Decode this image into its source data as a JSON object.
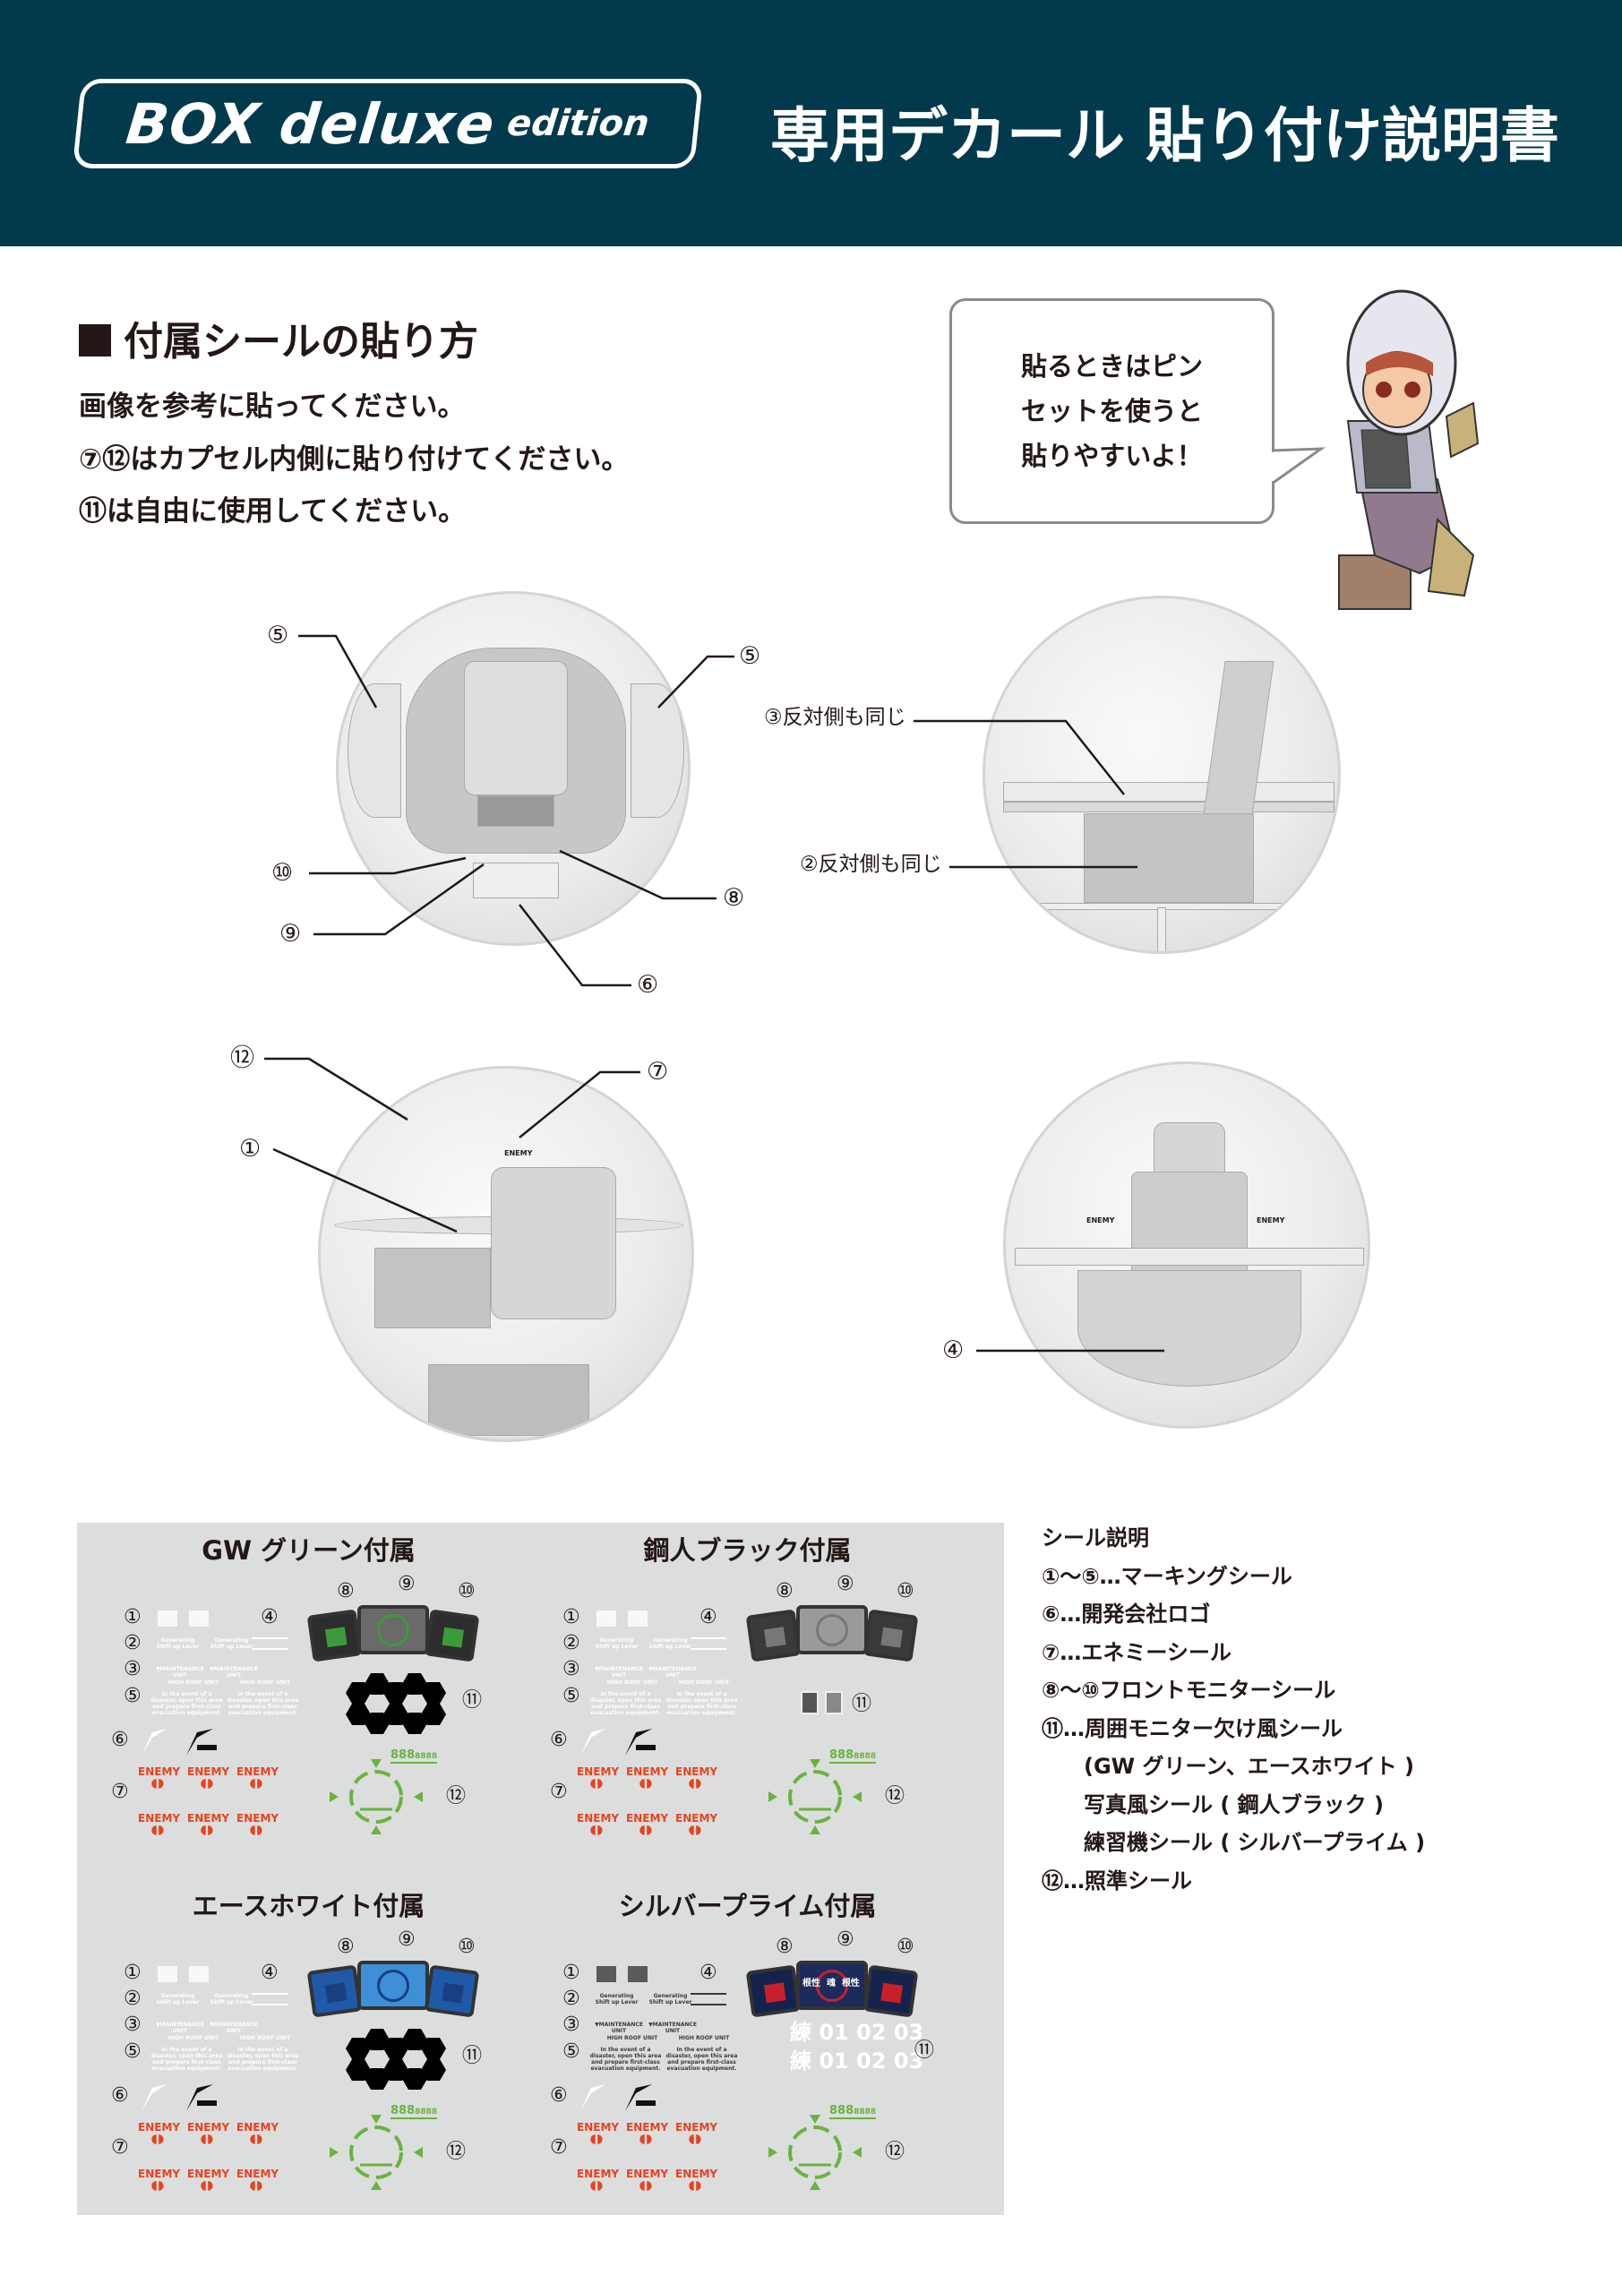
{
  "header": {
    "logo_main": "BOX deluxe",
    "logo_sub": "edition",
    "title": "専用デカール 貼り付け説明書"
  },
  "section": {
    "heading": "付属シールの貼り方",
    "lines": [
      "画像を参考に貼ってください。",
      "⑦⑫はカプセル内側に貼り付けてください。",
      "⑪は自由に使用してください。"
    ]
  },
  "bubble": {
    "lines": [
      "貼るときはピン",
      "セットを使うと",
      "貼りやすいよ！"
    ]
  },
  "callouts": {
    "s1": [
      "⑤",
      "⑤",
      "⑩",
      "⑨",
      "⑧",
      "⑥"
    ],
    "s2": [
      "③反対側も同じ",
      "②反対側も同じ"
    ],
    "s3": [
      "⑫",
      "⑦",
      "①"
    ],
    "s4": [
      "④"
    ]
  },
  "model_text": {
    "enemy": "ENEMY"
  },
  "sheets": [
    {
      "title": "GW グリーン付属",
      "text_color": "#ffffff",
      "monitor": "green",
      "extra": "hex"
    },
    {
      "title": "鋼人ブラック付属",
      "text_color": "#ffffff",
      "monitor": "black",
      "extra": "photo"
    },
    {
      "title": "エースホワイト付属",
      "text_color": "#ffffff",
      "monitor": "blue",
      "extra": "hex"
    },
    {
      "title": "シルバープライム付属",
      "text_color": "#3a3a3a",
      "monitor": "navy",
      "extra": "ren"
    }
  ],
  "sheet_common": {
    "nums": [
      "①",
      "②",
      "③",
      "④",
      "⑤",
      "⑥",
      "⑦",
      "⑧",
      "⑨",
      "⑩",
      "⑪",
      "⑫"
    ],
    "generating": "Generating Shift up Lever",
    "maintenance": "▼MAINTENANCE UNIT",
    "high_roof": "HIGH ROOF UNIT",
    "disaster": "In the event of a disaster, open this area and prepare first-class evacuation equipment.",
    "enemy": "ENEMY",
    "enemy_mark": "◖◗",
    "digits": "888",
    "digits_small": "8888",
    "ren_rows": [
      "練 01 02 03",
      "練 01 02 03"
    ],
    "silver_monitor_chars": [
      "根性",
      "魂",
      "根性"
    ]
  },
  "legend": {
    "heading": "シール説明",
    "items": [
      "①〜⑤…マーキングシール",
      "⑥…開発会社ロゴ",
      "⑦…エネミーシール",
      "⑧〜⑩フロントモニターシール",
      "⑪…周囲モニター欠け風シール"
    ],
    "sub_items": [
      "(GW グリーン、エースホワイト )",
      "写真風シール ( 鋼人ブラック )",
      "練習機シール ( シルバープライム )"
    ],
    "last": "⑫…照準シール"
  },
  "colors": {
    "header_bg": "#003a4c",
    "panel_bg": "#dcdddd",
    "enemy_red": "#e8421e",
    "reticle_green": "#6ab33f"
  }
}
